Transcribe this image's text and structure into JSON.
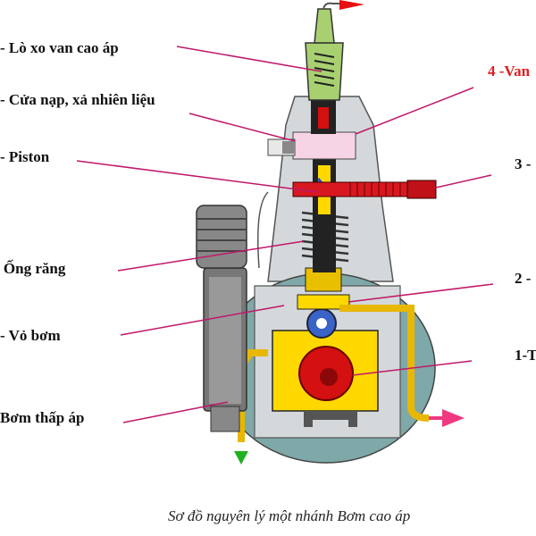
{
  "labels": {
    "lo_xo_van": "- Lò xo van cao áp",
    "cua_nap": "- Cửa nạp, xả nhiên liệu",
    "piston": "- Piston",
    "ong_rang": "- Ống răng",
    "vo_bom": "- Vỏ bơm",
    "bom_thap_ap": "Bơm thấp áp",
    "van": "4 -Van",
    "n3": "3 -",
    "n2": "2 -",
    "n1": "1-T"
  },
  "caption": "Sơ đồ nguyên lý một nhánh Bơm cao áp",
  "colors": {
    "leader": "#c0186a",
    "body": "#d4d8da",
    "chamber": "#7fa8a8",
    "fuel": "#ffd800",
    "cam": "#d41010",
    "spring_green": "#a8d070",
    "rack": "#d81820",
    "arrow_pink": "#f03880",
    "arrow_green": "#20b020",
    "arrow_red": "#e81010"
  }
}
